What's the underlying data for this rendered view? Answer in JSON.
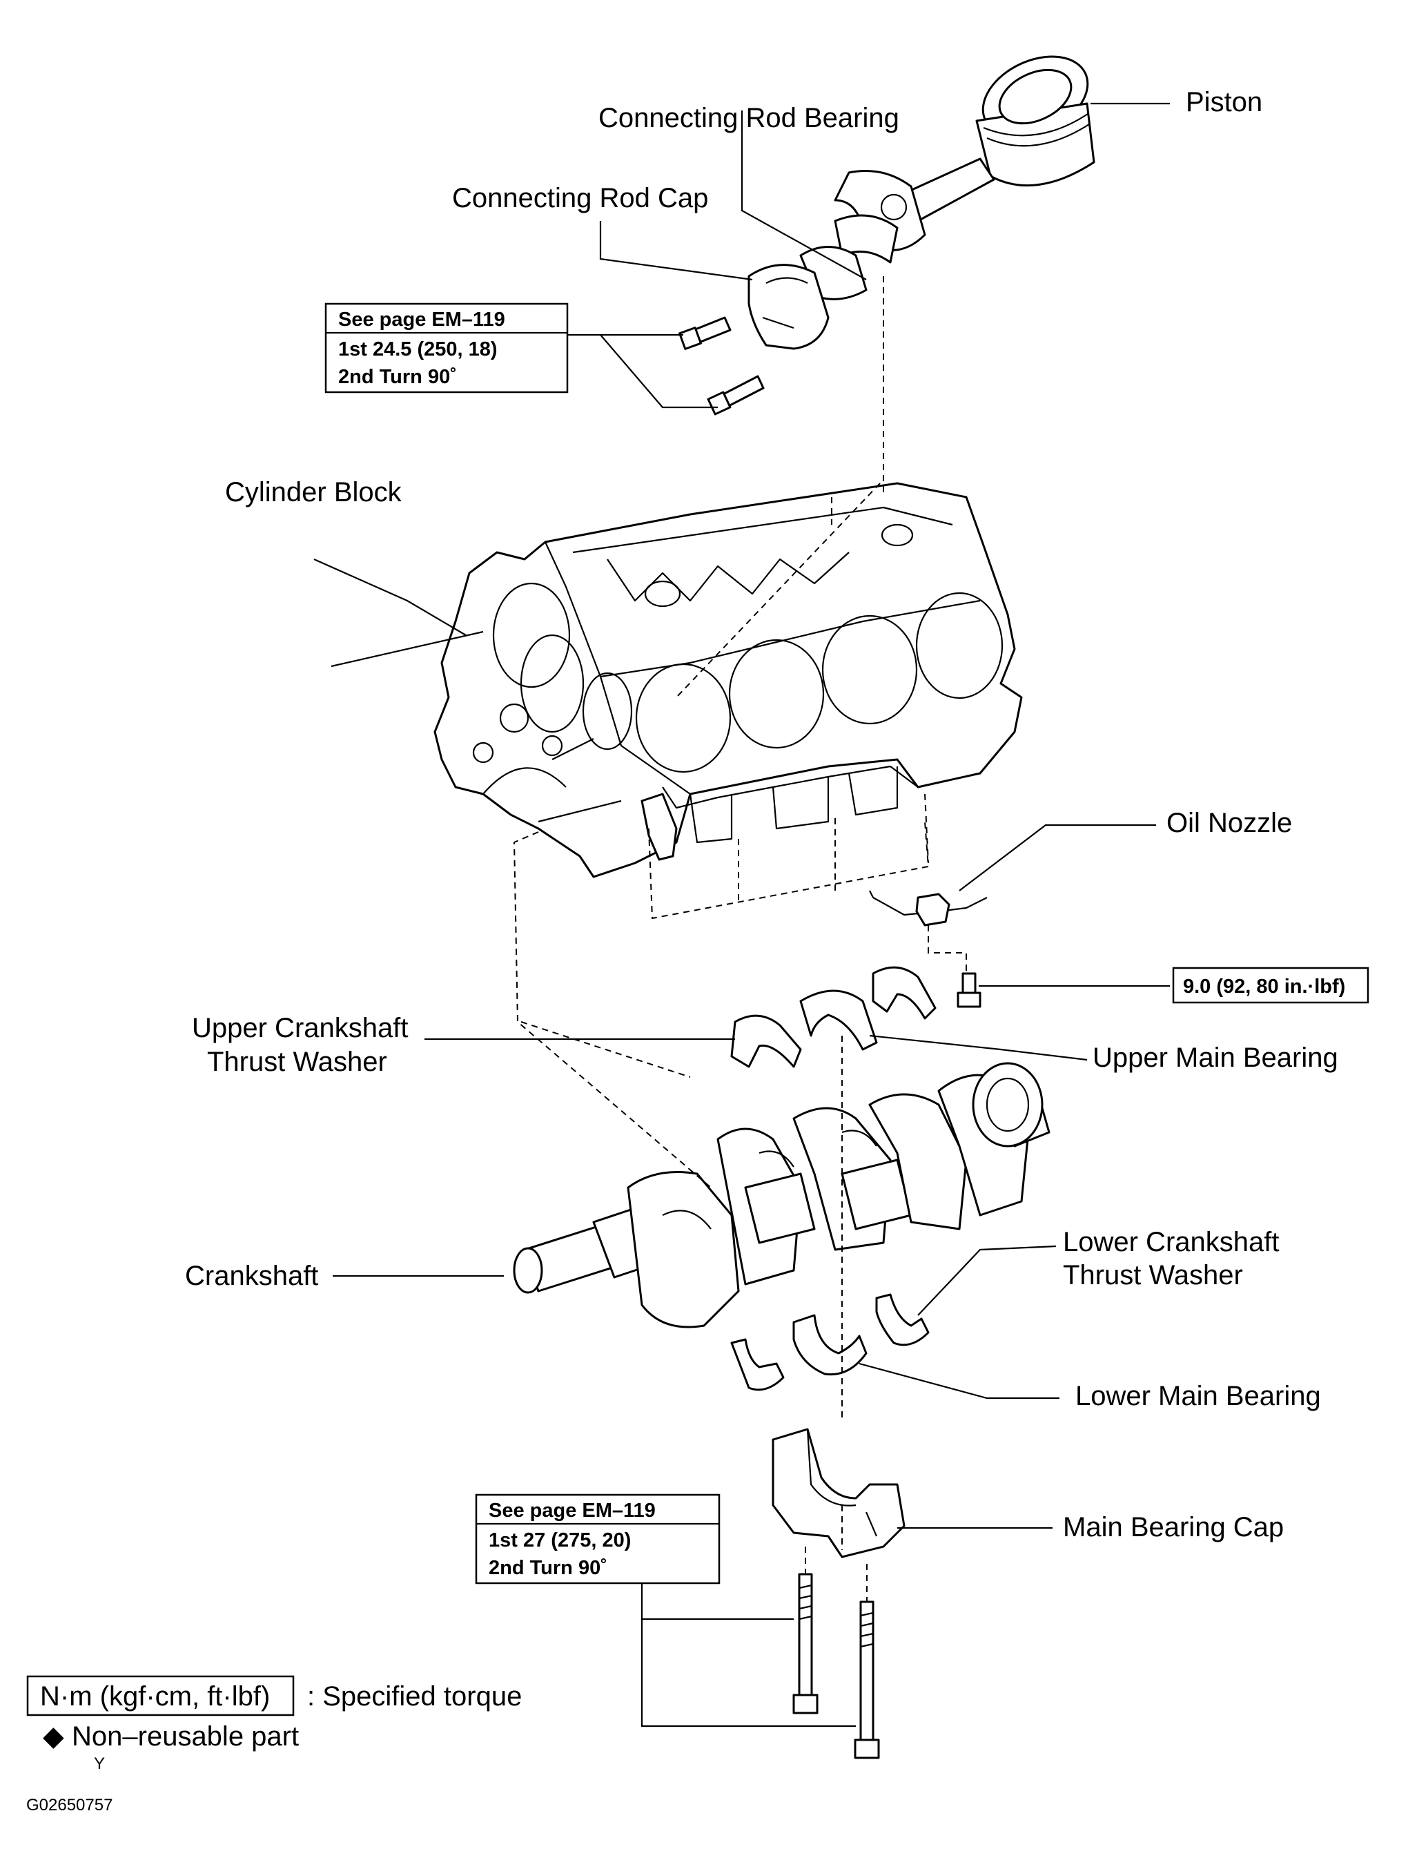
{
  "labels": {
    "piston": "Piston",
    "connecting_rod_bearing": "Connecting Rod Bearing",
    "connecting_rod_cap": "Connecting Rod Cap",
    "cylinder_block": "Cylinder Block",
    "oil_nozzle": "Oil Nozzle",
    "upper_crankshaft_thrust_washer_1": "Upper Crankshaft",
    "upper_crankshaft_thrust_washer_2": "Thrust Washer",
    "upper_main_bearing": "Upper Main Bearing",
    "crankshaft": "Crankshaft",
    "lower_crankshaft_thrust_washer_1": "Lower Crankshaft",
    "lower_crankshaft_thrust_washer_2": "Thrust Washer",
    "lower_main_bearing": "Lower Main Bearing",
    "main_bearing_cap": "Main Bearing Cap"
  },
  "torque_boxes": {
    "rod_cap": {
      "page_ref": "See page EM–119",
      "step1": "1st 24.5 (250, 18)",
      "step2": "2nd Turn 90˚"
    },
    "oil_nozzle": {
      "value": "9.0 (92, 80 in.·lbf)"
    },
    "main_cap": {
      "page_ref": "See page EM–119",
      "step1": "1st 27 (275, 20)",
      "step2": "2nd Turn 90˚"
    }
  },
  "legend": {
    "torque_unit": "N·m (kgf·cm, ft·lbf)",
    "torque_desc": ": Specified torque",
    "non_reusable_symbol": "◆",
    "non_reusable_desc": "Non–reusable part",
    "y_mark": "Y"
  },
  "figure_code": "G02650757"
}
